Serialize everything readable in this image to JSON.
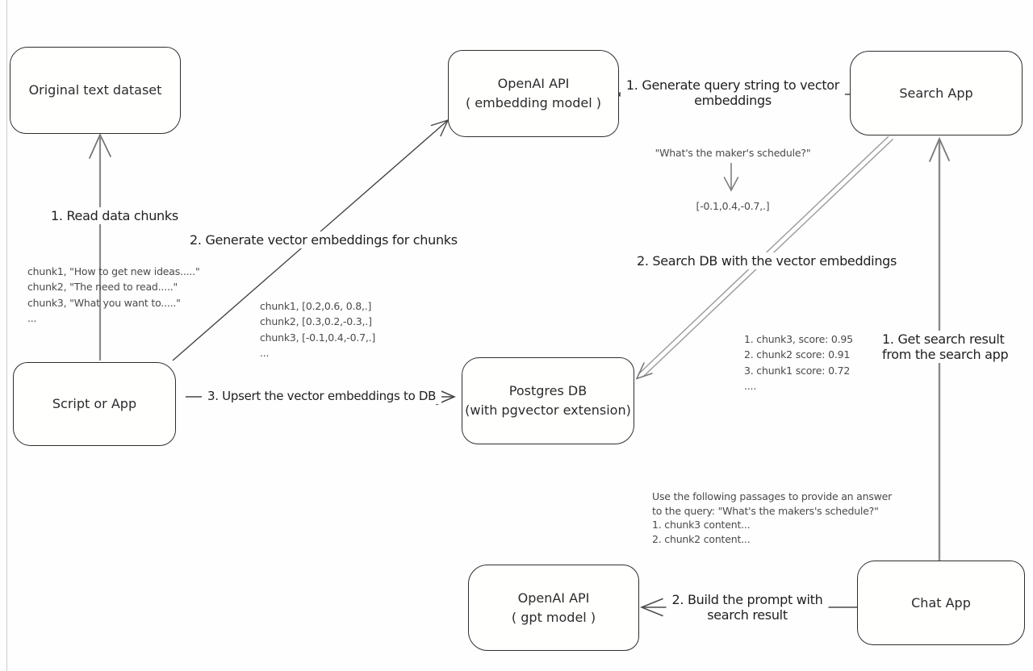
{
  "palette": {
    "background": "#fefefe",
    "ink": "#2e2e2e",
    "arrow_dark": "#454545",
    "arrow_gray": "#8a8a8a"
  },
  "nodes": {
    "original_dataset": {
      "label": "Original text dataset"
    },
    "openai_embedding": {
      "line1": "OpenAI API",
      "line2": "( embedding model )"
    },
    "search_app": {
      "label": "Search App"
    },
    "script_or_app": {
      "label": "Script or App"
    },
    "postgres_db": {
      "line1": "Postgres DB",
      "line2": "(with pgvector extension)"
    },
    "openai_gpt": {
      "line1": "OpenAI API",
      "line2": "( gpt model )"
    },
    "chat_app": {
      "label": "Chat App"
    }
  },
  "edges": {
    "read_chunks": "1. Read data chunks",
    "generate_embeddings": "2. Generate vector embeddings for chunks",
    "upsert": "3. Upsert the vector embeddings  to DB",
    "query_line1": "1. Generate query string to vector",
    "query_line2": "embeddings",
    "search_db": "2. Search DB with the vector embeddings",
    "get_result_line1": "1. Get search result",
    "get_result_line2": "from the search app",
    "build_prompt_line1": "2. Build the prompt with",
    "build_prompt_line2": "search result"
  },
  "annotations": {
    "chunks_text": [
      "chunk1, \"How to get new ideas.....\"",
      "chunk2, \"The need to read.....\"",
      "chunk3, \"What you want to.....\"",
      "..."
    ],
    "vectors_text": [
      "chunk1, [0.2,0.6, 0.8,.]",
      "chunk2, [0.3,0.2,-0.3,.]",
      "chunk3, [-0.1,0.4,-0.7,.]",
      "..."
    ],
    "query_string": "\"What's the maker's schedule?\"",
    "query_vector": "[-0.1,0.4,-0.7,.]",
    "scores": [
      "1. chunk3, score: 0.95",
      "2. chunk2 score: 0.91",
      "3. chunk1 score: 0.72",
      "...."
    ],
    "prompt_lines": [
      "Use the following passages to provide an answer",
      "to the query: \"What's the makers's schedule?\"",
      "1. chunk3 content...",
      "2. chunk2 content..."
    ]
  }
}
